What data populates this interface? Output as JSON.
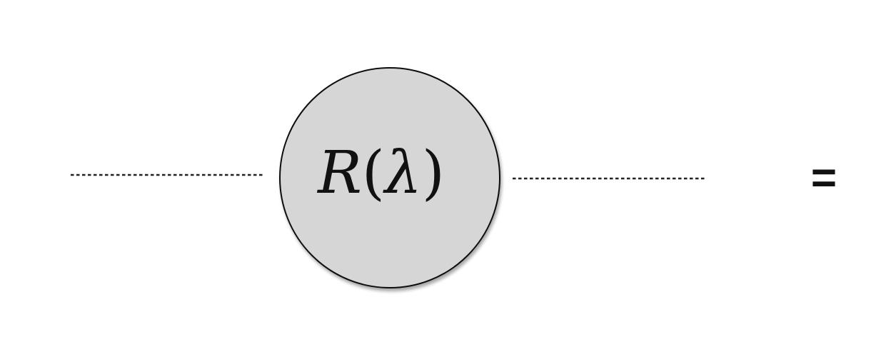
{
  "diagram": {
    "node": {
      "label_symbol": "R",
      "label_open": "(",
      "label_param": "λ",
      "label_close": ")",
      "fill_color": "#d6d6d6",
      "stroke_color": "#111111"
    },
    "edges": {
      "style": "dotted",
      "color": "#222222"
    },
    "equals_sign": "="
  }
}
